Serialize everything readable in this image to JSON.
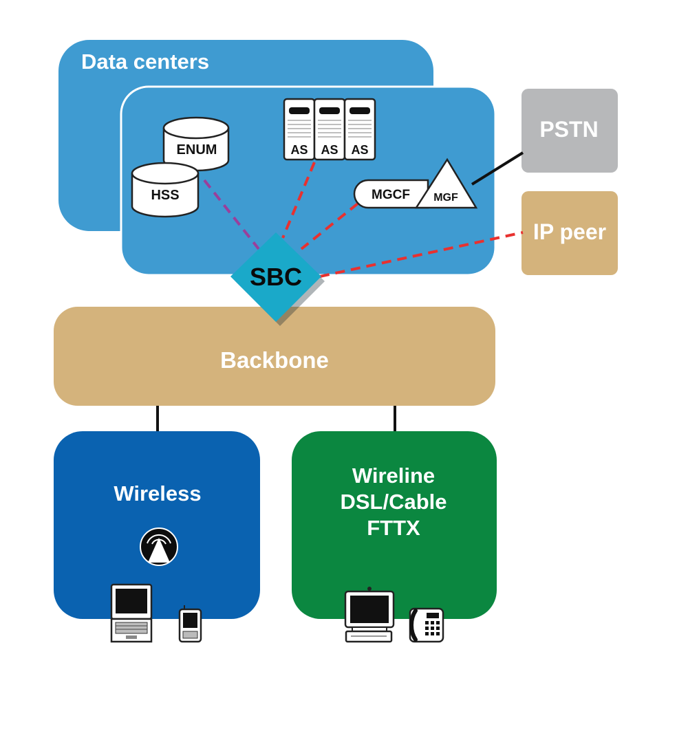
{
  "diagram": {
    "data_centers": {
      "label": "Data centers"
    },
    "enum": {
      "label": "ENUM"
    },
    "hss": {
      "label": "HSS"
    },
    "app_servers": [
      {
        "label": "AS"
      },
      {
        "label": "AS"
      },
      {
        "label": "AS"
      }
    ],
    "mgcf": {
      "label": "MGCF"
    },
    "mgf": {
      "label": "MGF"
    },
    "pstn": {
      "label": "PSTN"
    },
    "ip_peer": {
      "label": "IP peer"
    },
    "sbc": {
      "label": "SBC"
    },
    "backbone": {
      "label": "Backbone"
    },
    "wireless": {
      "label": "Wireless"
    },
    "wireline": {
      "lines": [
        "Wireline",
        "DSL/Cable",
        "FTTX"
      ]
    }
  },
  "colors": {
    "data_center_blue": "#3f9bd1",
    "backbone_tan": "#d4b37c",
    "pstn_gray": "#b7b8ba",
    "wireless_blue": "#0a62b0",
    "wireline_green": "#0b8740",
    "sbc_teal": "#1aa9c9",
    "signal_red": "#e8312f",
    "signal_purple": "#9a3f9b"
  },
  "icons": [
    "database-icon",
    "server-rack-icon",
    "antenna-icon",
    "laptop-icon",
    "pda-icon",
    "desktop-computer-icon",
    "desk-phone-icon"
  ]
}
